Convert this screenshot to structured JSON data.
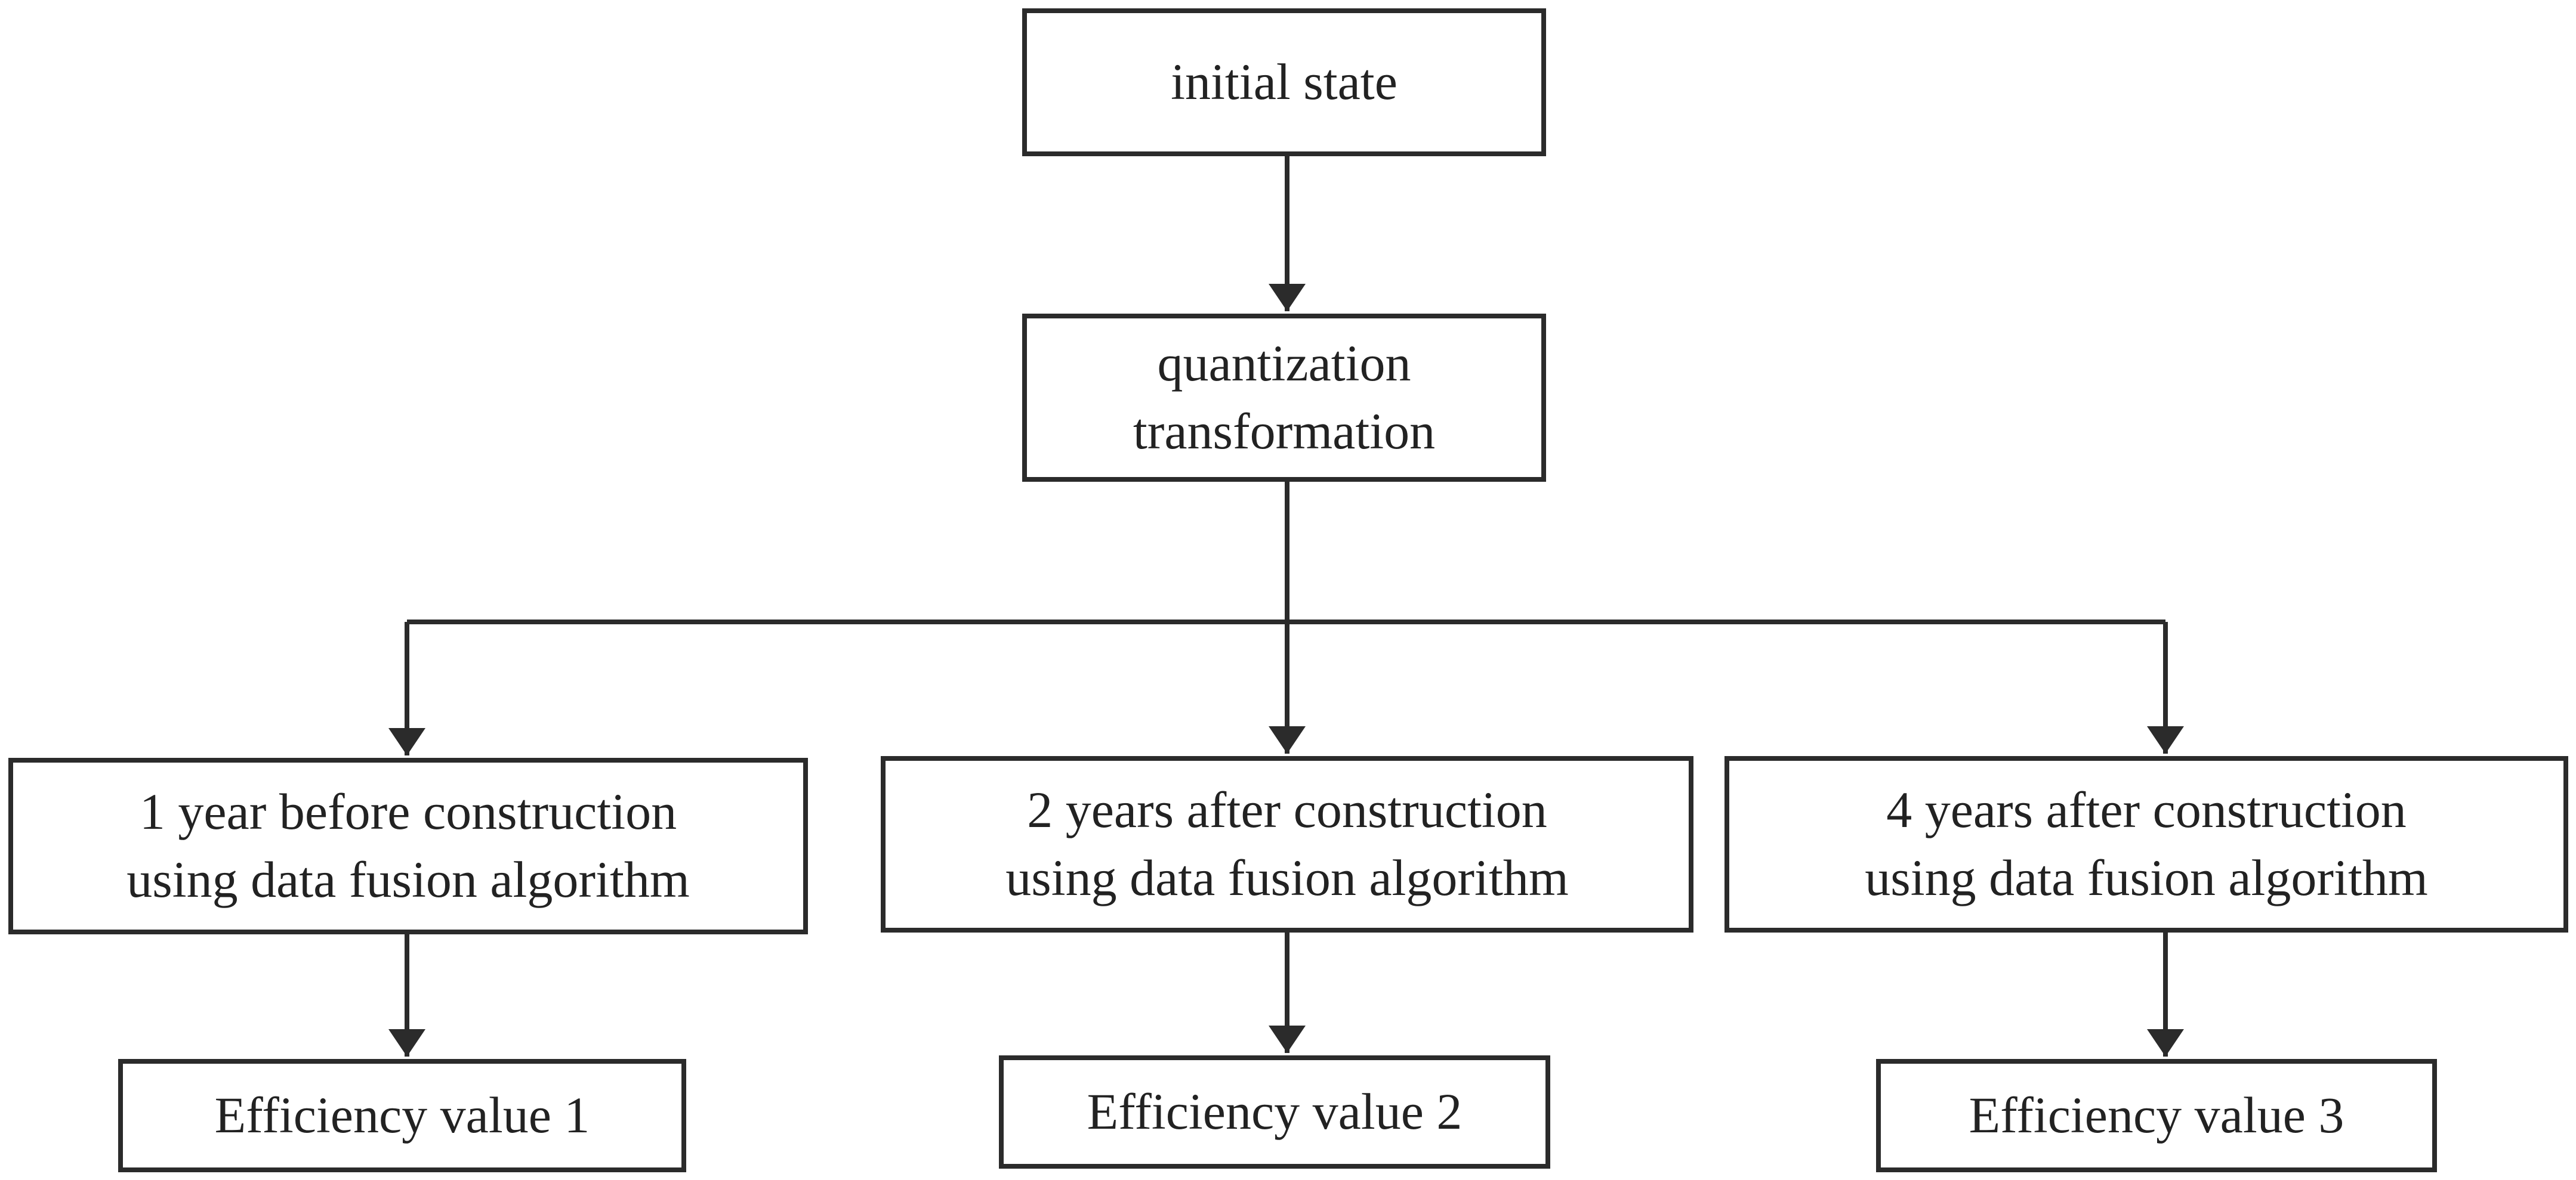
{
  "diagram": {
    "initial": {
      "label": "initial state"
    },
    "quantization": {
      "line1": "quantization",
      "line2": "transformation"
    },
    "branches": [
      {
        "line1": "1 year before construction",
        "line2": "using data fusion algorithm",
        "result": "Efficiency value 1"
      },
      {
        "line1": "2 years after construction",
        "line2": "using data fusion algorithm",
        "result": "Efficiency value 2"
      },
      {
        "line1": "4 years after construction",
        "line2": "using data fusion algorithm",
        "result": "Efficiency value 3"
      }
    ],
    "colors": {
      "line": "#2b2b2b",
      "text": "#222222",
      "background": "#ffffff"
    }
  }
}
